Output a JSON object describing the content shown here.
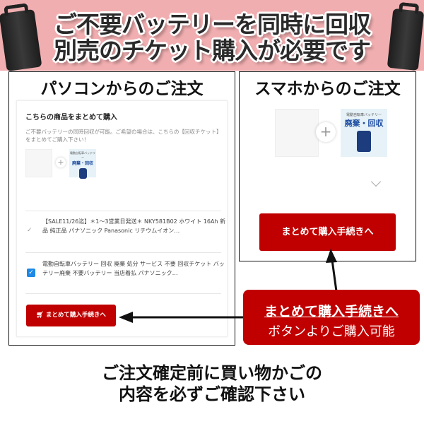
{
  "header": {
    "headline_line1": "ご不要バッテリーを同時に回収",
    "headline_line2": "別売のチケット購入が必要です",
    "bg_color": "#f1aeb0"
  },
  "pc_panel": {
    "title": "パソコンからのご注文",
    "card_heading": "こちらの商品をまとめて購入",
    "card_description": "ご不要バッテリーの同時回収が可能。ご希望の場合は、こちらの【回収チケット】をまとめてご購入下さい！",
    "ticket": {
      "caption": "電動自転車バッテリー",
      "label": "廃棄・回収"
    },
    "items": [
      {
        "text": "【SALE11/26迄】＊1～3営業日発送＊ NKY581B02 ホワイト 16Ah 新品 純正品 パナソニック Panasonic リチウムイオン…",
        "checked": false,
        "check_icon": "checkmark-icon"
      },
      {
        "text": "電動自転車バッテリー 回収 廃棄 処分 サービス 不要 回収チケット バッテリー廃棄 不要バッテリー 当店着払 パナソニック…",
        "checked": true,
        "check_icon": "checkbox-icon"
      }
    ],
    "button_label": "まとめて購入手続きへ",
    "button_icon": "cart-icon"
  },
  "sp_panel": {
    "title": "スマホからのご注文",
    "ticket": {
      "caption": "電動自転車バッテリー",
      "label": "廃棄・回収"
    },
    "expand_icon": "chevron-down-icon",
    "button_label": "まとめて購入手続きへ"
  },
  "callout": {
    "line1": "まとめて購入手続きへ",
    "line2": "ボタンよりご購入可能",
    "color": "#c00000"
  },
  "footer": {
    "line1": "ご注文確定前に買い物かごの",
    "line2": "内容を必ずご確認下さい"
  }
}
